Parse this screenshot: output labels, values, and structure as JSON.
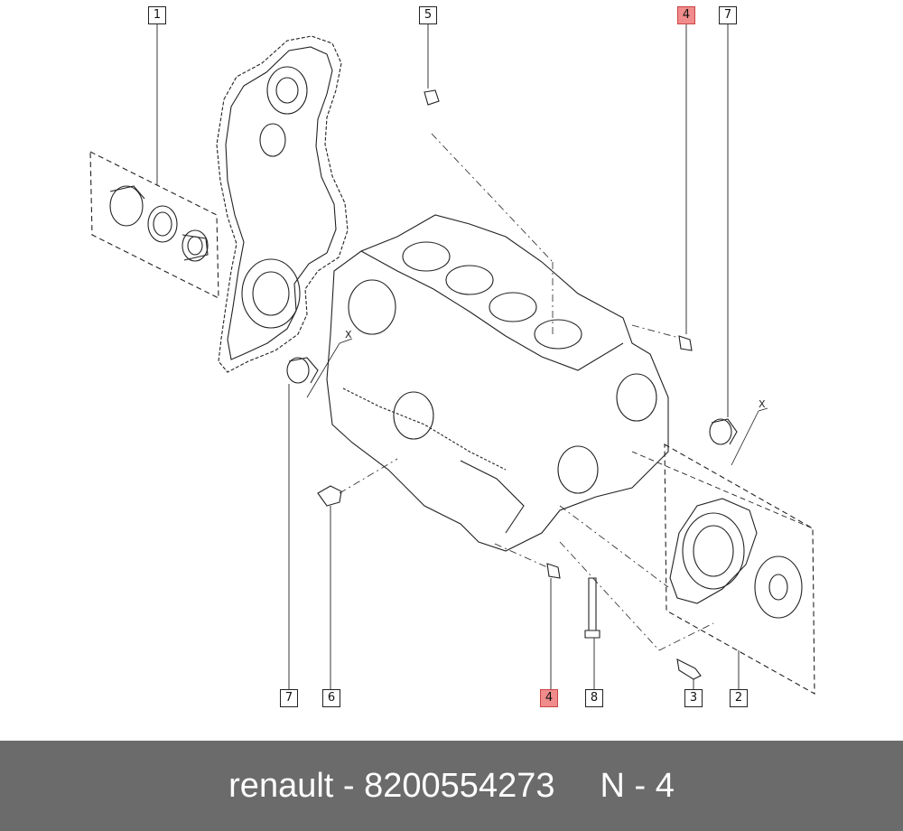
{
  "diagram": {
    "callouts": {
      "c1": "1",
      "c5": "5",
      "c4_top": "4",
      "c7_top": "7",
      "c7_bottom": "7",
      "c6": "6",
      "c4_bottom": "4",
      "c8": "8",
      "c3": "3",
      "c2": "2"
    },
    "x_marks": {
      "left": "X",
      "right": "X"
    },
    "highlight_color": "#f08c8c"
  },
  "footer": {
    "brand": "renault",
    "separator": " - ",
    "part_number": "8200554273",
    "position_label": "N - 4"
  }
}
